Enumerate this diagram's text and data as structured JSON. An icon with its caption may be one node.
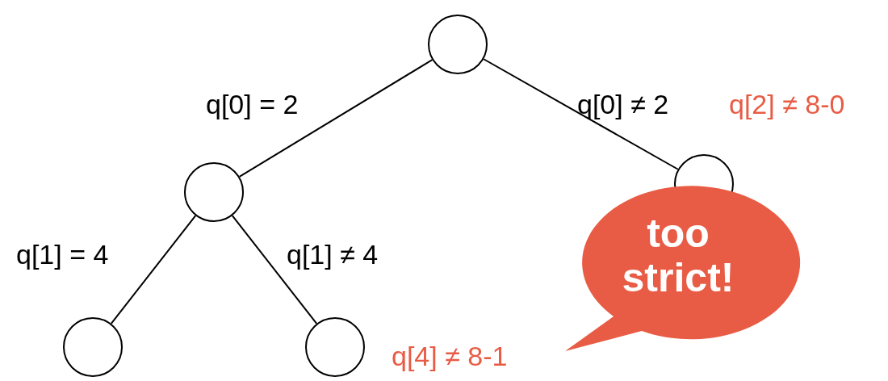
{
  "diagram": {
    "nodes": [
      {
        "text": [],
        "shape": "circle"
      },
      {
        "text": [],
        "shape": "circle"
      },
      {
        "text": [],
        "shape": "circle"
      },
      {
        "text": [],
        "shape": "circle"
      },
      {
        "text": [],
        "shape": "circle"
      },
      {
        "text": [
          "too strict!"
        ]
      }
    ],
    "edges": [
      {
        "from": 0,
        "to": 1,
        "arrow": "none",
        "label": "q[0] = 2"
      },
      {
        "from": 0,
        "to": 2,
        "arrow": "none",
        "label": "q[0] ≠ 2"
      },
      {
        "from": 1,
        "to": 3,
        "arrow": "none",
        "label": "q[1] = 4"
      },
      {
        "from": 1,
        "to": 4,
        "arrow": "none",
        "label": "q[1] ≠ 4"
      }
    ],
    "labels": [
      "q[2] ≠ 8-0",
      "q[4] ≠ 8-1"
    ]
  }
}
